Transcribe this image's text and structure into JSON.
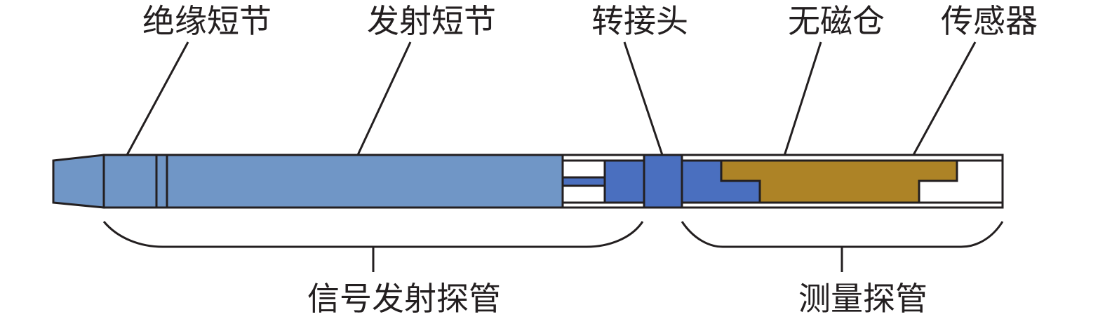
{
  "labels": {
    "top": {
      "insulation_sub": "绝缘短节",
      "transmitter_sub": "发射短节",
      "adapter": "转接头",
      "nonmagnetic_chamber": "无磁仓",
      "sensor": "传感器"
    },
    "bottom": {
      "signal_probe": "信号发射探管",
      "measurement_probe": "测量探管"
    }
  },
  "colors": {
    "tool_body": "#7096c6",
    "adapter_blue": "#4a6fbf",
    "sensor_gold": "#ad8326",
    "outline": "#231f20",
    "background": "#ffffff"
  }
}
